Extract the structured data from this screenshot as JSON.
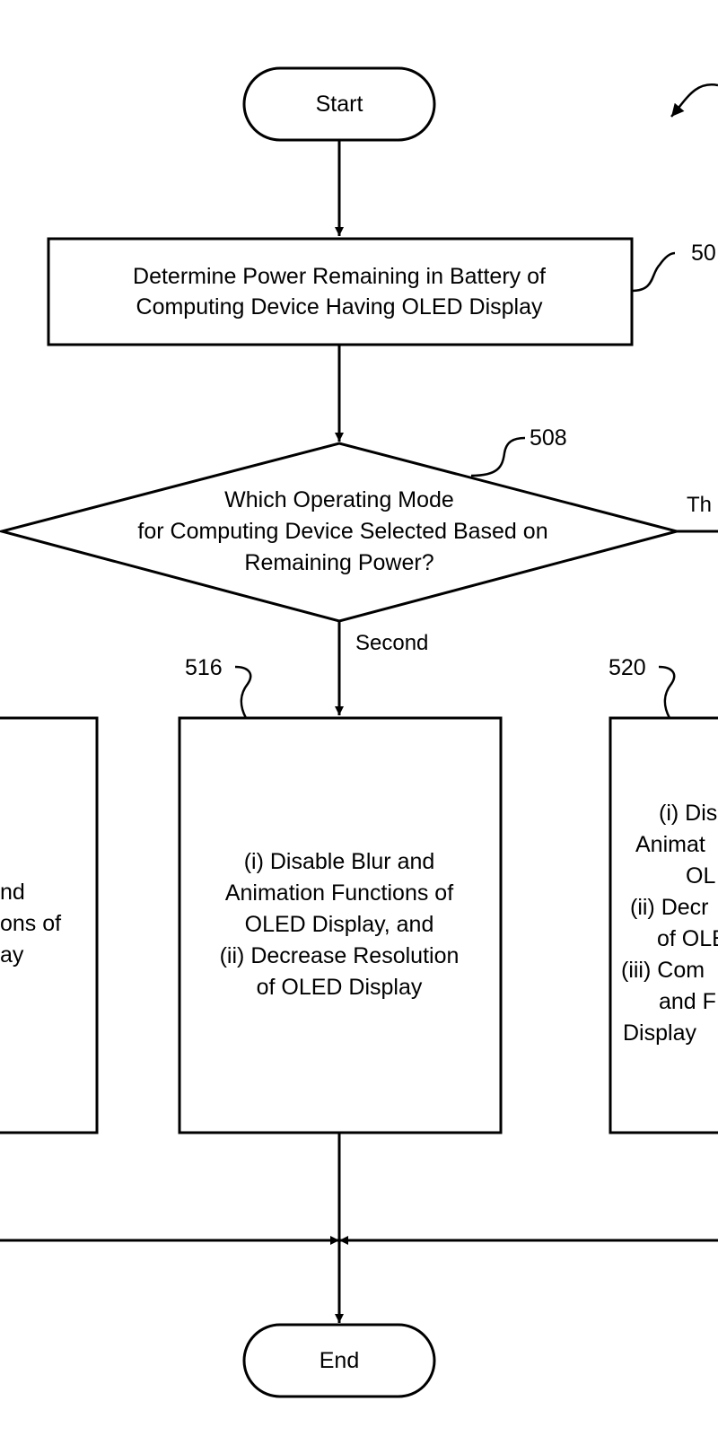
{
  "nodes": {
    "start": {
      "label": "Start"
    },
    "determine": {
      "line1": "Determine Power Remaining in Battery of",
      "line2": "Computing Device Having OLED Display",
      "ref": "50"
    },
    "decision": {
      "line1": "Which Operating Mode",
      "line2": "for Computing Device Selected Based on",
      "line3": "Remaining Power?",
      "ref": "508"
    },
    "branch_labels": {
      "second": "Second",
      "third": "Th"
    },
    "left_box": {
      "line1": "nd",
      "line2": "ons of",
      "line3": "ay"
    },
    "mid_box": {
      "ref": "516",
      "line1": "(i) Disable Blur and",
      "line2": "Animation Functions of",
      "line3": "OLED Display, and",
      "line4": "(ii) Decrease Resolution",
      "line5": "of OLED Display"
    },
    "right_box": {
      "ref": "520",
      "line1": "(i) Dis",
      "line2": "Animat",
      "line3": "OL",
      "line4": "(ii) Decr",
      "line5": "of OLE",
      "line6": "(iii) Com",
      "line7": "and F",
      "line8": "Display"
    },
    "end": {
      "label": "End"
    }
  },
  "colors": {
    "stroke": "#000000",
    "background": "#ffffff"
  }
}
